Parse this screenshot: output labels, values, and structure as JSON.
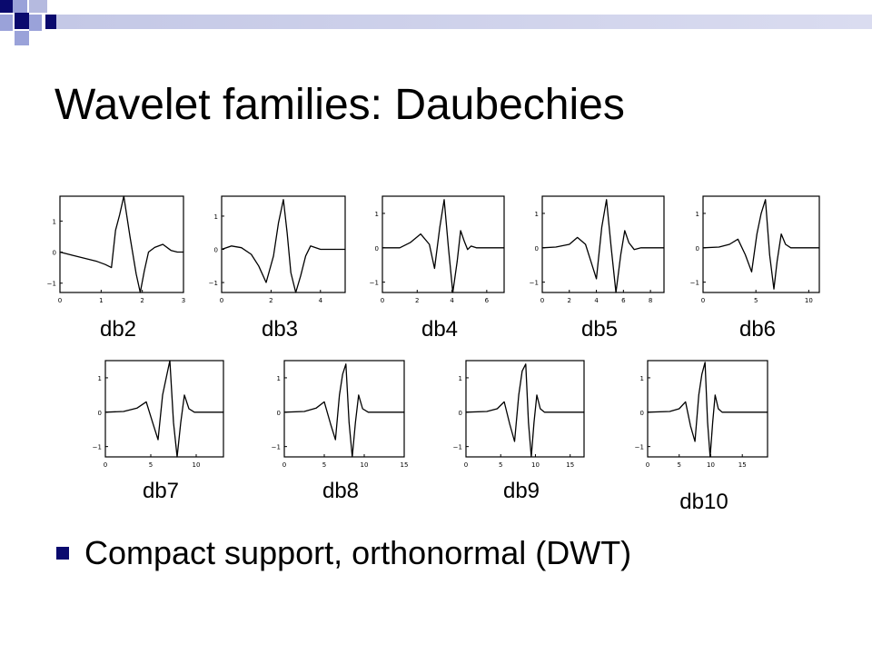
{
  "slide": {
    "title": "Wavelet families: Daubechies",
    "bullets": [
      "Compact support, orthonormal (DWT)"
    ]
  },
  "colors": {
    "accent": "#0a0a6e",
    "accent_light": "#9aa2d9",
    "band": "#b5badf"
  },
  "chart_data": [
    {
      "type": "line",
      "name": "db2",
      "xlim": [
        0,
        3
      ],
      "xticks": [
        "0",
        "1",
        "2",
        "3"
      ],
      "ylim": [
        -1.3,
        1.8
      ],
      "yticks": [
        "1",
        "0",
        "−1"
      ],
      "x": [
        0,
        0.3,
        0.6,
        0.9,
        1.1,
        1.25,
        1.35,
        1.45,
        1.55,
        1.7,
        1.85,
        1.95,
        2.05,
        2.15,
        2.3,
        2.5,
        2.7,
        2.85,
        3.0
      ],
      "y": [
        0,
        -0.1,
        -0.2,
        -0.3,
        -0.4,
        -0.5,
        0.7,
        1.2,
        1.8,
        0.5,
        -0.7,
        -1.3,
        -0.6,
        0.0,
        0.15,
        0.25,
        0.05,
        0.0,
        0.0
      ]
    },
    {
      "type": "line",
      "name": "db3",
      "xlim": [
        0,
        5
      ],
      "xticks": [
        "0",
        "2",
        "4"
      ],
      "ylim": [
        -1.3,
        1.6
      ],
      "yticks": [
        "1",
        "0",
        "−1"
      ],
      "x": [
        0,
        0.4,
        0.8,
        1.2,
        1.5,
        1.8,
        2.1,
        2.3,
        2.5,
        2.65,
        2.8,
        3.0,
        3.2,
        3.4,
        3.6,
        4.0,
        4.5,
        5.0
      ],
      "y": [
        0,
        0.1,
        0.05,
        -0.15,
        -0.5,
        -1.0,
        -0.2,
        0.8,
        1.5,
        0.5,
        -0.7,
        -1.3,
        -0.8,
        -0.2,
        0.1,
        0.0,
        0.0,
        0.0
      ]
    },
    {
      "type": "line",
      "name": "db4",
      "xlim": [
        0,
        7
      ],
      "xticks": [
        "0",
        "2",
        "4",
        "6"
      ],
      "ylim": [
        -1.3,
        1.5
      ],
      "yticks": [
        "1",
        "0",
        "−1"
      ],
      "x": [
        0,
        1.0,
        1.6,
        2.2,
        2.7,
        3.0,
        3.3,
        3.55,
        3.8,
        4.05,
        4.3,
        4.5,
        4.7,
        4.9,
        5.1,
        5.4,
        6.0,
        7.0
      ],
      "y": [
        0,
        0.0,
        0.15,
        0.4,
        0.1,
        -0.6,
        0.6,
        1.4,
        0.0,
        -1.3,
        -0.4,
        0.5,
        0.2,
        -0.05,
        0.05,
        0.0,
        0.0,
        0.0
      ]
    },
    {
      "type": "line",
      "name": "db5",
      "xlim": [
        0,
        9
      ],
      "xticks": [
        "0",
        "2",
        "4",
        "6",
        "8"
      ],
      "ylim": [
        -1.3,
        1.5
      ],
      "yticks": [
        "1",
        "0",
        "−1"
      ],
      "x": [
        0,
        1.0,
        2.0,
        2.6,
        3.2,
        3.6,
        4.0,
        4.4,
        4.75,
        5.1,
        5.45,
        5.8,
        6.1,
        6.4,
        6.8,
        7.3,
        9.0
      ],
      "y": [
        0,
        0.02,
        0.1,
        0.3,
        0.1,
        -0.4,
        -0.9,
        0.6,
        1.4,
        0.0,
        -1.3,
        -0.2,
        0.5,
        0.15,
        -0.05,
        0.0,
        0.0
      ]
    },
    {
      "type": "line",
      "name": "db6",
      "xlim": [
        0,
        11
      ],
      "xticks": [
        "0",
        "5",
        "10"
      ],
      "ylim": [
        -1.3,
        1.5
      ],
      "yticks": [
        "1",
        "0",
        "−1"
      ],
      "x": [
        0,
        1.5,
        2.5,
        3.3,
        4.0,
        4.6,
        5.1,
        5.5,
        5.9,
        6.3,
        6.7,
        7.0,
        7.4,
        7.8,
        8.3,
        9.0,
        11.0
      ],
      "y": [
        0,
        0.02,
        0.1,
        0.25,
        -0.2,
        -0.7,
        0.4,
        1.0,
        1.4,
        -0.2,
        -1.2,
        -0.4,
        0.4,
        0.1,
        0.0,
        0.0,
        0.0
      ]
    },
    {
      "type": "line",
      "name": "db7",
      "xlim": [
        0,
        13
      ],
      "xticks": [
        "0",
        "5",
        "10"
      ],
      "ylim": [
        -1.3,
        1.5
      ],
      "yticks": [
        "1",
        "0",
        "−1"
      ],
      "x": [
        0,
        2.0,
        3.5,
        4.5,
        5.2,
        5.8,
        6.3,
        6.7,
        7.1,
        7.5,
        7.9,
        8.3,
        8.7,
        9.2,
        9.8,
        11.0,
        13.0
      ],
      "y": [
        0,
        0.02,
        0.12,
        0.3,
        -0.3,
        -0.8,
        0.5,
        1.0,
        1.5,
        -0.3,
        -1.3,
        -0.3,
        0.5,
        0.1,
        0.0,
        0.0,
        0.0
      ]
    },
    {
      "type": "line",
      "name": "db8",
      "xlim": [
        0,
        15
      ],
      "xticks": [
        "0",
        "5",
        "10",
        "15"
      ],
      "ylim": [
        -1.3,
        1.5
      ],
      "yticks": [
        "1",
        "0",
        "−1"
      ],
      "x": [
        0,
        2.5,
        4.0,
        5.0,
        5.8,
        6.4,
        6.9,
        7.3,
        7.7,
        8.1,
        8.5,
        8.9,
        9.3,
        9.8,
        10.5,
        12.0,
        15.0
      ],
      "y": [
        0,
        0.02,
        0.12,
        0.3,
        -0.35,
        -0.8,
        0.5,
        1.1,
        1.4,
        -0.3,
        -1.3,
        -0.3,
        0.5,
        0.1,
        0.0,
        0.0,
        0.0
      ]
    },
    {
      "type": "line",
      "name": "db9",
      "xlim": [
        0,
        17
      ],
      "xticks": [
        "0",
        "5",
        "10",
        "15"
      ],
      "ylim": [
        -1.3,
        1.5
      ],
      "yticks": [
        "1",
        "0",
        "−1"
      ],
      "x": [
        0,
        3.0,
        4.5,
        5.5,
        6.3,
        7.0,
        7.6,
        8.1,
        8.6,
        9.0,
        9.4,
        9.8,
        10.2,
        10.7,
        11.3,
        13.0,
        17.0
      ],
      "y": [
        0,
        0.02,
        0.1,
        0.3,
        -0.35,
        -0.85,
        0.5,
        1.2,
        1.4,
        -0.3,
        -1.3,
        -0.3,
        0.5,
        0.1,
        0.0,
        0.0,
        0.0
      ]
    },
    {
      "type": "line",
      "name": "db10",
      "xlim": [
        0,
        19
      ],
      "xticks": [
        "0",
        "5",
        "10",
        "15"
      ],
      "ylim": [
        -1.3,
        1.5
      ],
      "yticks": [
        "1",
        "0",
        "−1"
      ],
      "x": [
        0,
        3.5,
        5.0,
        6.0,
        6.8,
        7.5,
        8.1,
        8.6,
        9.1,
        9.5,
        9.9,
        10.3,
        10.7,
        11.2,
        11.8,
        13.5,
        19.0
      ],
      "y": [
        0,
        0.02,
        0.1,
        0.3,
        -0.4,
        -0.85,
        0.5,
        1.1,
        1.45,
        -0.3,
        -1.3,
        -0.3,
        0.5,
        0.1,
        0.0,
        0.0,
        0.0
      ]
    }
  ]
}
